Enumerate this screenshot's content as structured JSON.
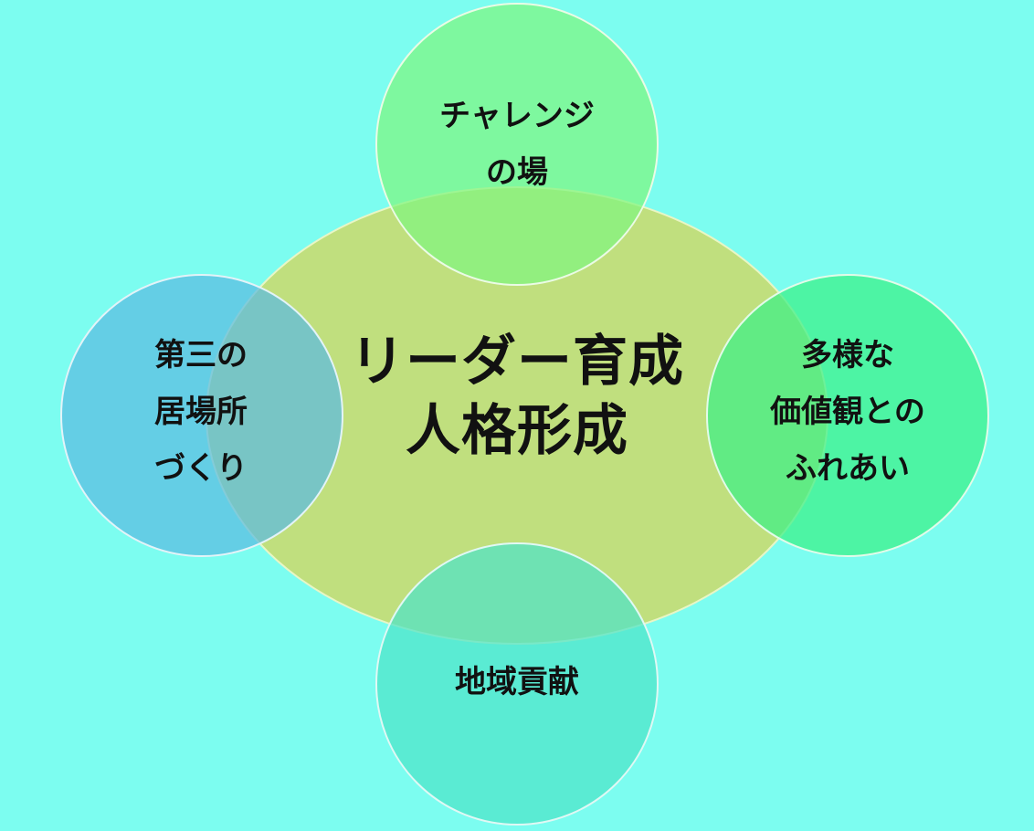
{
  "diagram": {
    "center": {
      "lines": [
        "リーダー育成",
        "人格形成"
      ],
      "color": "#c0df7e"
    },
    "top": {
      "lines": [
        "チャレンジ",
        "の場"
      ],
      "color": "#7ff57f"
    },
    "left": {
      "lines": [
        "第三の",
        "居場所",
        "づくり"
      ],
      "color": "#5cbbe0"
    },
    "right": {
      "lines": [
        "多様な",
        "価値観との",
        "ふれあい"
      ],
      "color": "#4ff293"
    },
    "bottom": {
      "lines": [
        "地域貢献"
      ],
      "color": "#5de6d2"
    },
    "background_color": "#7cfdf0"
  }
}
